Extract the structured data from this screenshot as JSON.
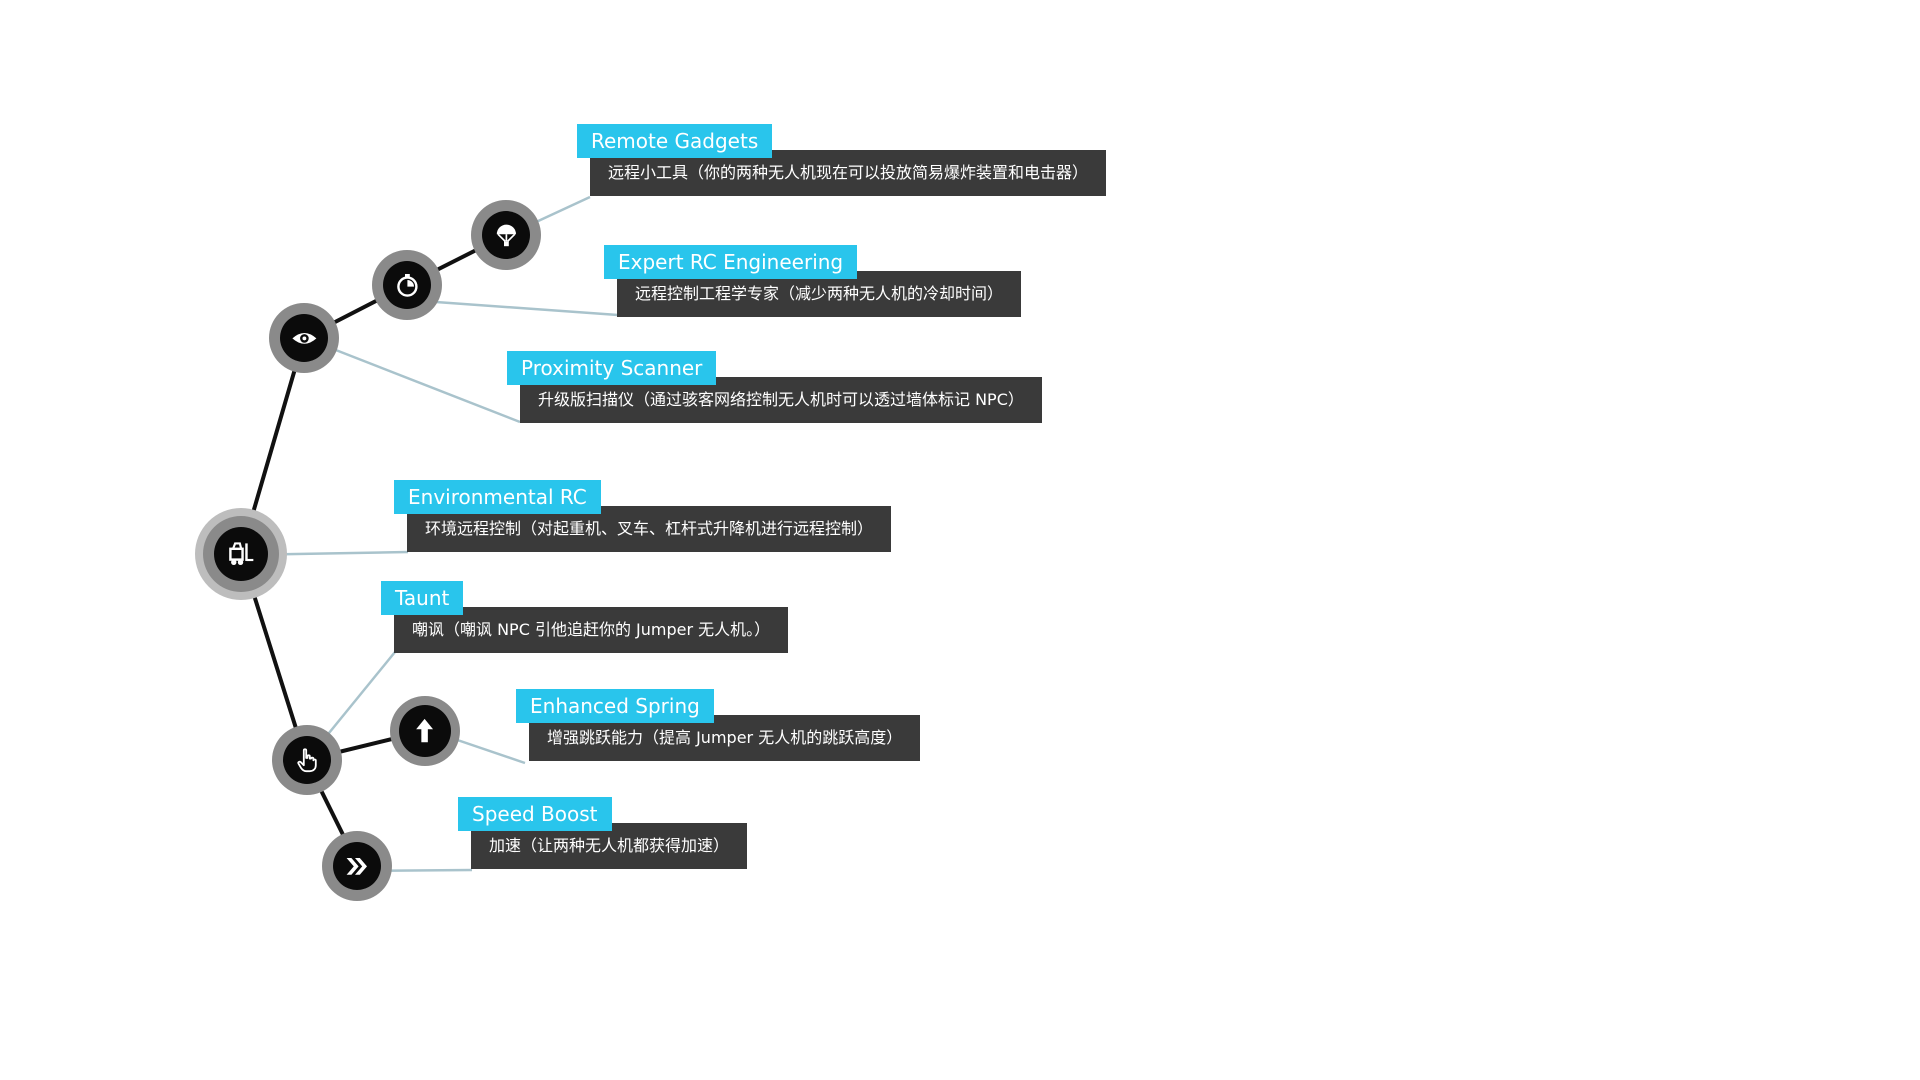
{
  "colors": {
    "title_bg": "#29c5ec",
    "desc_bg": "#3a3a3a",
    "node_ring": "#8a8a8a",
    "root_ring": "#bdbdbd",
    "node_core": "#0b0b0b",
    "tree_line": "#111111",
    "connector_line": "#a9c3cc"
  },
  "skills": [
    {
      "id": "remote-gadgets",
      "title": "Remote Gadgets",
      "description": "远程小工具（你的两种无人机现在可以投放简易爆炸装置和电击器）",
      "icon": "parachute-icon"
    },
    {
      "id": "expert-rc-engineering",
      "title": "Expert RC Engineering",
      "description": "远程控制工程学专家（减少两种无人机的冷却时间）",
      "icon": "stopwatch-icon"
    },
    {
      "id": "proximity-scanner",
      "title": "Proximity Scanner",
      "description": "升级版扫描仪（通过骇客网络控制无人机时可以透过墙体标记 NPC）",
      "icon": "eye-icon"
    },
    {
      "id": "environmental-rc",
      "title": "Environmental RC",
      "description": "环境远程控制（对起重机、叉车、杠杆式升降机进行远程控制）",
      "icon": "forklift-icon"
    },
    {
      "id": "taunt",
      "title": "Taunt",
      "description": "嘲讽（嘲讽 NPC 引他追赶你的 Jumper 无人机。）",
      "icon": "hand-pointer-icon"
    },
    {
      "id": "enhanced-spring",
      "title": "Enhanced Spring",
      "description": "增强跳跃能力（提高 Jumper 无人机的跳跃高度）",
      "icon": "arrow-up-icon"
    },
    {
      "id": "speed-boost",
      "title": "Speed Boost",
      "description": "加速（让两种无人机都获得加速）",
      "icon": "double-chevron-icon"
    }
  ]
}
